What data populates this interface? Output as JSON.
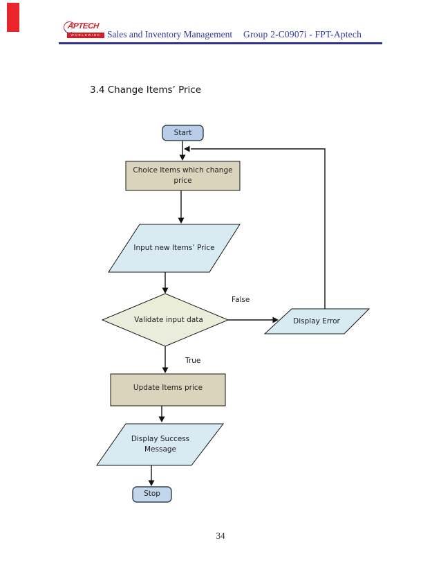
{
  "header": {
    "logo": {
      "brand": "APTECH",
      "tagline": "WORLDWIDE"
    },
    "doc_title": "Sales and Inventory Management",
    "group": "Group 2-C0907i - FPT-Aptech"
  },
  "section": {
    "title": "3.4 Change Items’ Price"
  },
  "flowchart": {
    "nodes": [
      {
        "id": "start",
        "type": "terminator",
        "label": "Start"
      },
      {
        "id": "choice",
        "type": "process",
        "label": "Choice Items which change price"
      },
      {
        "id": "input",
        "type": "input-output",
        "label": "Input new Items’ Price"
      },
      {
        "id": "validate",
        "type": "decision",
        "label": "Validate input data"
      },
      {
        "id": "display_error",
        "type": "input-output",
        "label": "Display Error"
      },
      {
        "id": "update",
        "type": "process",
        "label": "Update Items price"
      },
      {
        "id": "success",
        "type": "input-output",
        "label": "Display Success Message"
      },
      {
        "id": "stop",
        "type": "terminator",
        "label": "Stop"
      }
    ],
    "edges": [
      {
        "from": "start",
        "to": "choice",
        "label": ""
      },
      {
        "from": "choice",
        "to": "input",
        "label": ""
      },
      {
        "from": "input",
        "to": "validate",
        "label": ""
      },
      {
        "from": "validate",
        "to": "display_error",
        "label": "False"
      },
      {
        "from": "display_error",
        "to": "choice",
        "label": ""
      },
      {
        "from": "validate",
        "to": "update",
        "label": "True"
      },
      {
        "from": "update",
        "to": "success",
        "label": ""
      },
      {
        "from": "success",
        "to": "stop",
        "label": ""
      }
    ]
  },
  "page": {
    "number": "34"
  },
  "colors": {
    "accent_rule": "#2e3192",
    "header_text": "#2f3d9e",
    "logo_red": "#d01f26",
    "terminator_fill": "#b9cde8",
    "terminator_fill_stop": "#c3d7ec",
    "process_fill": "#dbd4bc",
    "io_fill": "#d8eaf2",
    "decision_fill": "#eaedd9",
    "line_color": "#111111"
  }
}
